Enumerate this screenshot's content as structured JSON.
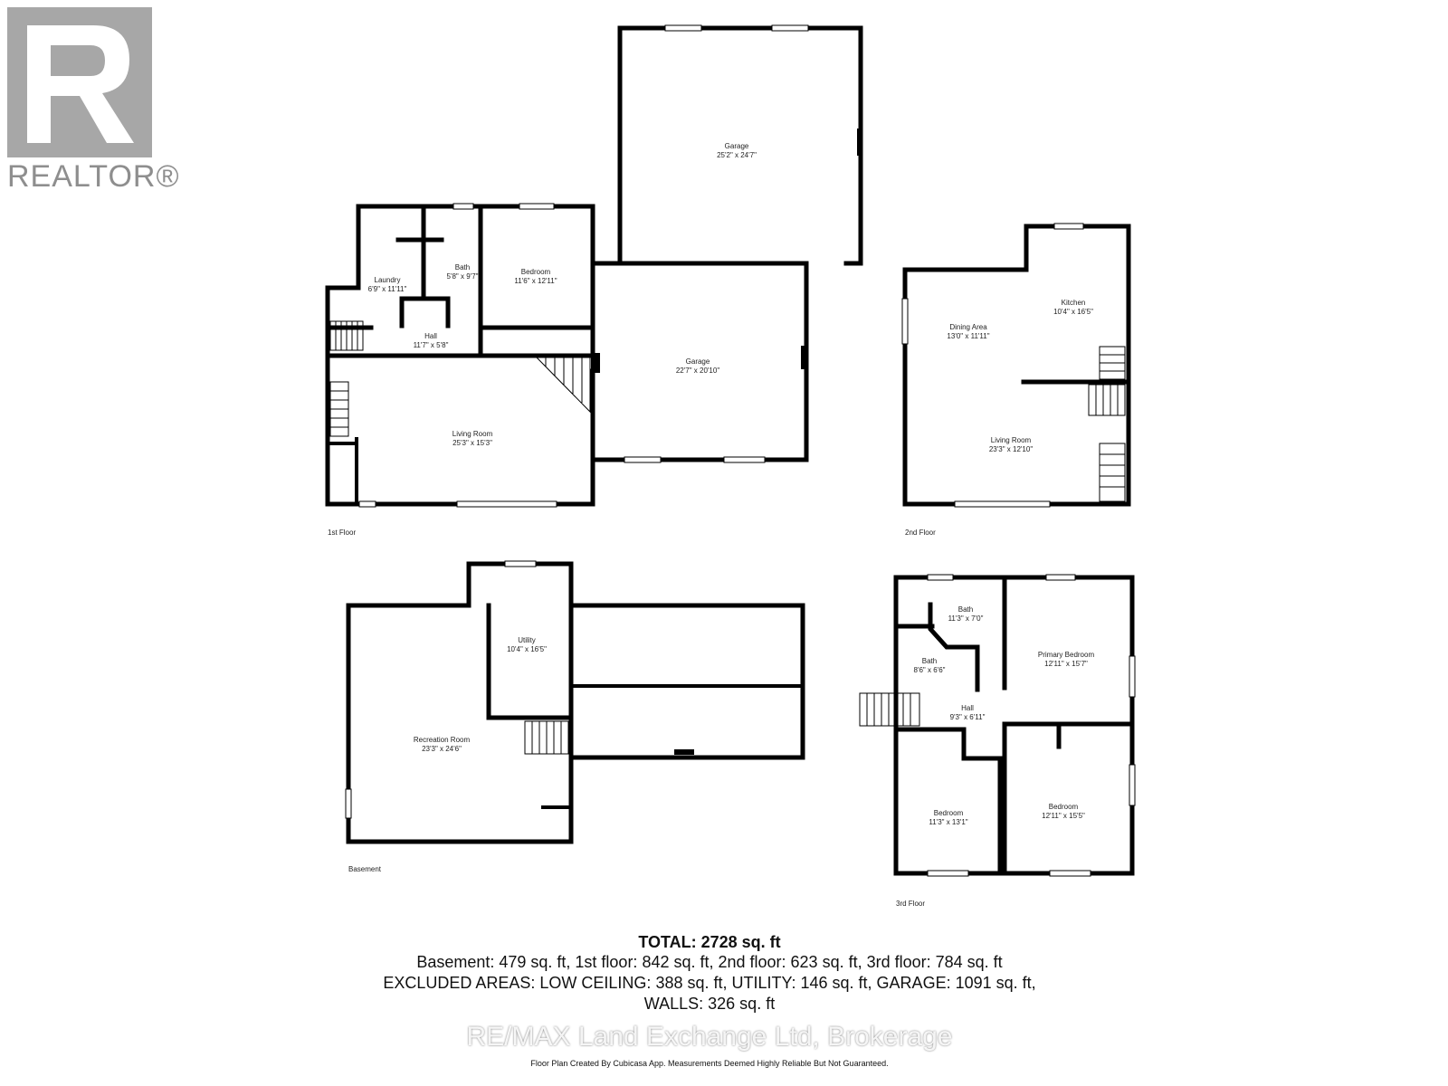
{
  "logo": {
    "text": "REALTOR®"
  },
  "floors": {
    "first": "1st Floor",
    "second": "2nd Floor",
    "third": "3rd Floor",
    "basement": "Basement"
  },
  "rooms": {
    "garage_upper": {
      "name": "Garage",
      "dim": "25'2\" x 24'7\""
    },
    "garage_lower": {
      "name": "Garage",
      "dim": "22'7\" x 20'10\""
    },
    "laundry": {
      "name": "Laundry",
      "dim": "6'9\" x 11'11\""
    },
    "bath_1": {
      "name": "Bath",
      "dim": "5'8\" x 9'7\""
    },
    "bedroom_1": {
      "name": "Bedroom",
      "dim": "11'6\" x 12'11\""
    },
    "hall_1": {
      "name": "Hall",
      "dim": "11'7\" x 5'8\""
    },
    "living_1": {
      "name": "Living Room",
      "dim": "25'3\" x 15'3\""
    },
    "dining": {
      "name": "Dining Area",
      "dim": "13'0\" x 11'11\""
    },
    "kitchen": {
      "name": "Kitchen",
      "dim": "10'4\" x 16'5\""
    },
    "living_2": {
      "name": "Living Room",
      "dim": "23'3\" x 12'10\""
    },
    "utility": {
      "name": "Utility",
      "dim": "10'4\" x 16'5\""
    },
    "recreation": {
      "name": "Recreation Room",
      "dim": "23'3\" x 24'6\""
    },
    "bath_3a": {
      "name": "Bath",
      "dim": "11'3\" x 7'0\""
    },
    "bath_3b": {
      "name": "Bath",
      "dim": "8'6\" x 6'6\""
    },
    "primary_bedroom": {
      "name": "Primary Bedroom",
      "dim": "12'11\" x 15'7\""
    },
    "hall_3": {
      "name": "Hall",
      "dim": "9'3\" x 6'11\""
    },
    "bedroom_3a": {
      "name": "Bedroom",
      "dim": "11'3\" x 13'1\""
    },
    "bedroom_3b": {
      "name": "Bedroom",
      "dim": "12'11\" x 15'5\""
    }
  },
  "totals": {
    "total": "TOTAL: 2728 sq. ft",
    "line1": "Basement: 479 sq. ft, 1st floor: 842 sq. ft, 2nd floor: 623 sq. ft, 3rd floor: 784 sq. ft",
    "line2": "EXCLUDED AREAS: LOW CEILING: 388 sq. ft, UTILITY: 146 sq. ft, GARAGE: 1091 sq. ft,",
    "line3": "WALLS: 326 sq. ft"
  },
  "brokerage": "RE/MAX Land Exchange Ltd, Brokerage",
  "disclaimer": "Floor Plan Created By Cubicasa App. Measurements Deemed Highly Reliable But Not Guaranteed."
}
